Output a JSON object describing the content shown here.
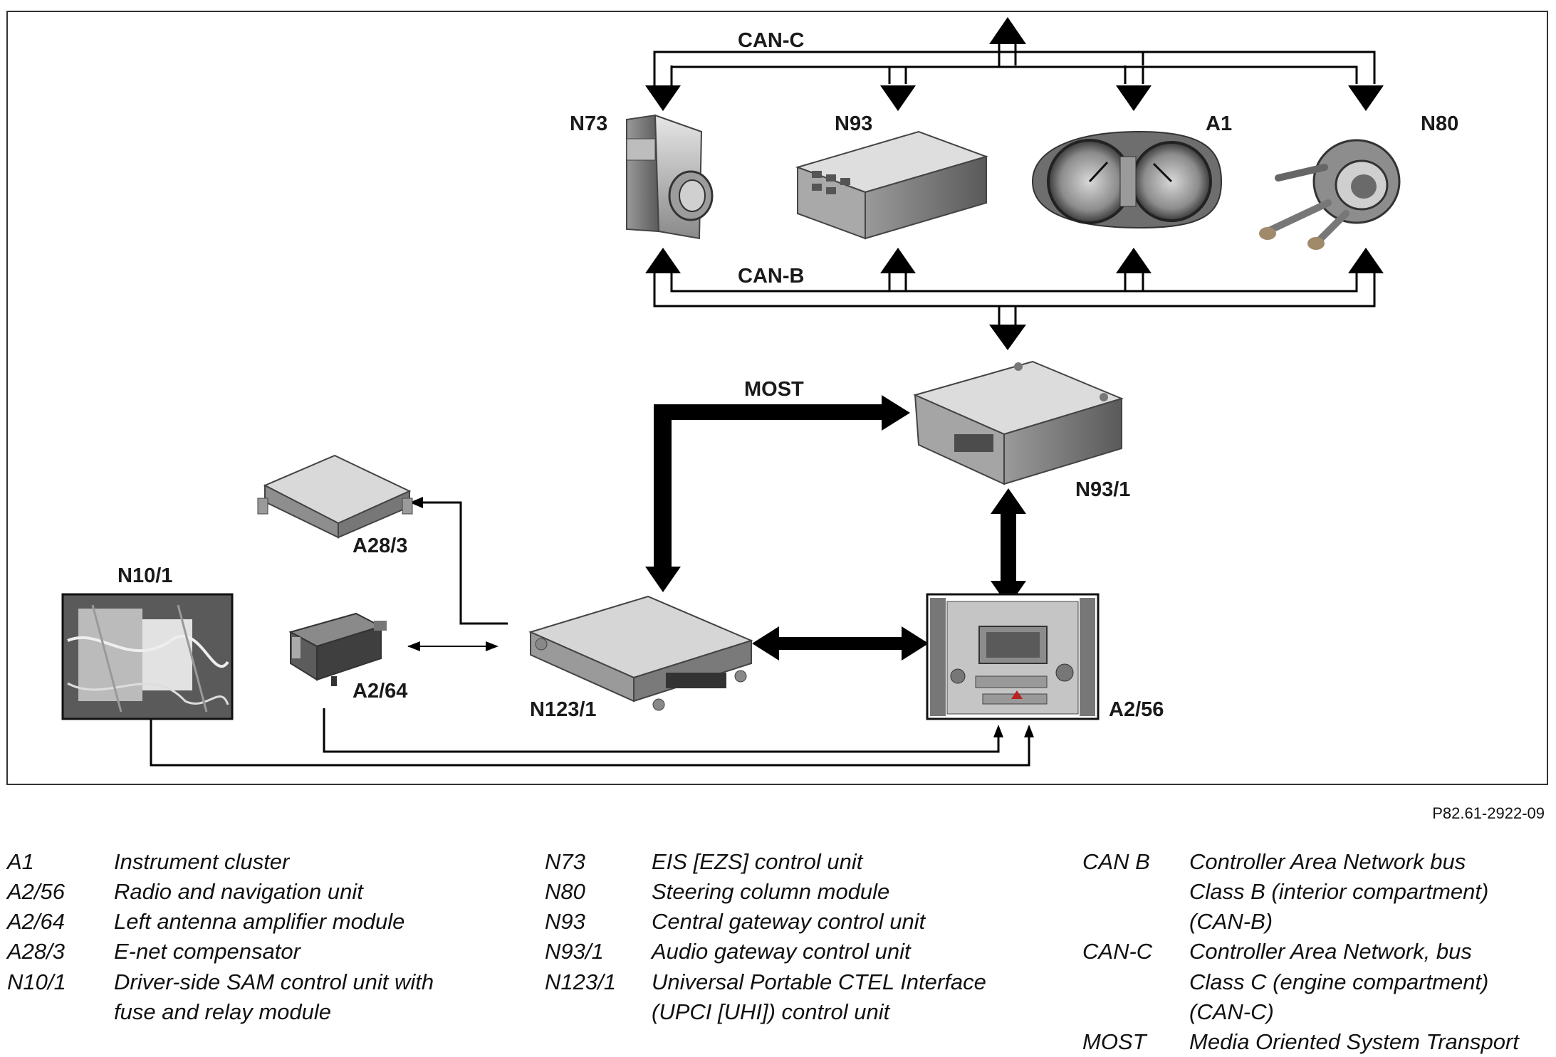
{
  "diagram": {
    "bus_labels": {
      "can_c": "CAN-C",
      "can_b": "CAN-B",
      "most": "MOST"
    },
    "components": {
      "n73": "N73",
      "n93": "N93",
      "a1": "A1",
      "n80": "N80",
      "n93_1": "N93/1",
      "a28_3": "A28/3",
      "n10_1": "N10/1",
      "a2_64": "A2/64",
      "n123_1": "N123/1",
      "a2_56": "A2/56"
    },
    "reference": "P82.61-2922-09"
  },
  "legend": {
    "col1": [
      {
        "code": "A1",
        "desc": "Instrument cluster"
      },
      {
        "code": "A2/56",
        "desc": "Radio and navigation unit"
      },
      {
        "code": "A2/64",
        "desc": "Left antenna amplifier module"
      },
      {
        "code": "A28/3",
        "desc": "E-net compensator"
      },
      {
        "code": "N10/1",
        "desc": "Driver-side SAM control unit with\nfuse and relay module"
      }
    ],
    "col2": [
      {
        "code": "N73",
        "desc": "EIS [EZS] control unit"
      },
      {
        "code": "N80",
        "desc": "Steering column module"
      },
      {
        "code": "N93",
        "desc": "Central gateway control unit"
      },
      {
        "code": "N93/1",
        "desc": "Audio gateway control unit"
      },
      {
        "code": "N123/1",
        "desc": "Universal Portable CTEL Interface\n(UPCI [UHI]) control unit"
      }
    ],
    "col3": [
      {
        "code": "CAN B",
        "desc": "Controller Area Network bus\nClass B (interior compartment)\n(CAN-B)"
      },
      {
        "code": "CAN-C",
        "desc": "Controller Area Network, bus\nClass C (engine compartment)\n(CAN-C)"
      },
      {
        "code": "MOST",
        "desc": "Media Oriented System Transport"
      }
    ]
  }
}
